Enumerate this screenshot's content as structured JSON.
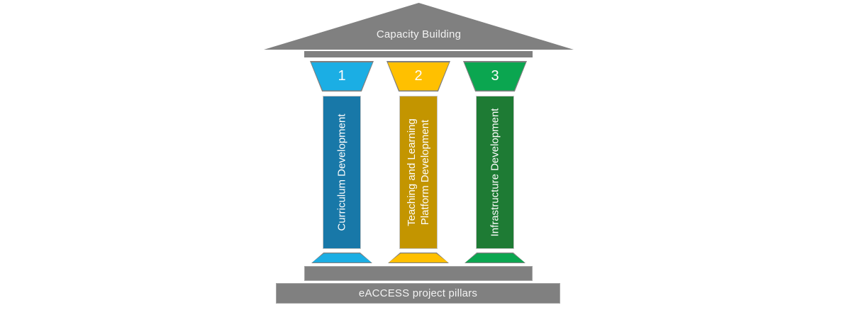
{
  "diagram": {
    "colors": {
      "structure": "#808080",
      "outline": "#a6a6a6"
    },
    "roof": {
      "label": "Capacity Building"
    },
    "pillars": [
      {
        "number": "1",
        "label_lines": [
          "Curriculum Development"
        ],
        "capital_color": "#1baee4",
        "shaft_color": "#1878a8"
      },
      {
        "number": "2",
        "label_lines": [
          "Teaching and Learning",
          "Platform Development"
        ],
        "capital_color": "#ffc000",
        "shaft_color": "#c39500"
      },
      {
        "number": "3",
        "label_lines": [
          "Infrastructure Development"
        ],
        "capital_color": "#0ba650",
        "shaft_color": "#1e7b34"
      }
    ],
    "base": {
      "label": "eACCESS project pillars"
    }
  }
}
